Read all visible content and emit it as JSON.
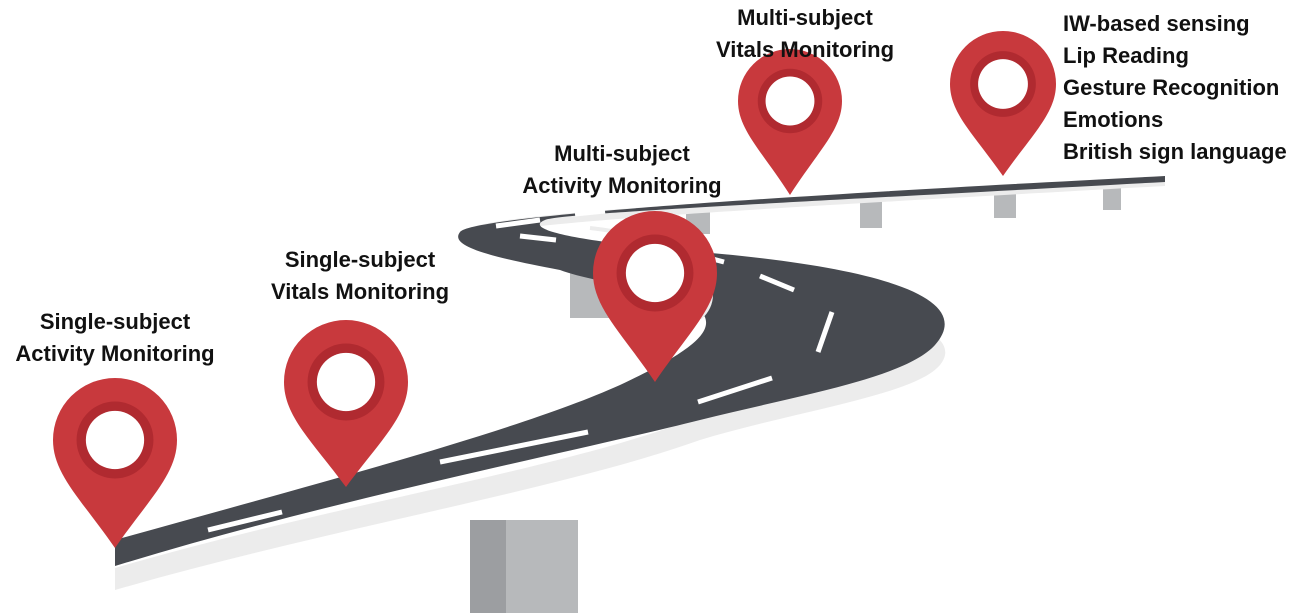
{
  "milestones": [
    {
      "lines": [
        "Single-subject",
        "Activity Monitoring"
      ]
    },
    {
      "lines": [
        "Single-subject",
        "Vitals Monitoring"
      ]
    },
    {
      "lines": [
        "Multi-subject",
        "Activity Monitoring"
      ]
    },
    {
      "lines": [
        "Multi-subject",
        "Vitals Monitoring"
      ]
    },
    {
      "lines": [
        "IW-based sensing",
        "Lip Reading",
        "Gesture Recognition",
        "Emotions",
        "British sign language"
      ]
    }
  ],
  "colors": {
    "road": "#474a50",
    "road_edge": "#ececec",
    "lane_marking": "#ffffff",
    "pillar": "#b7b9bb",
    "pin": "#c8393d",
    "pin_ring": "#b02a30",
    "pin_hole": "#ffffff"
  },
  "icons": [
    "map-pin-icon"
  ]
}
